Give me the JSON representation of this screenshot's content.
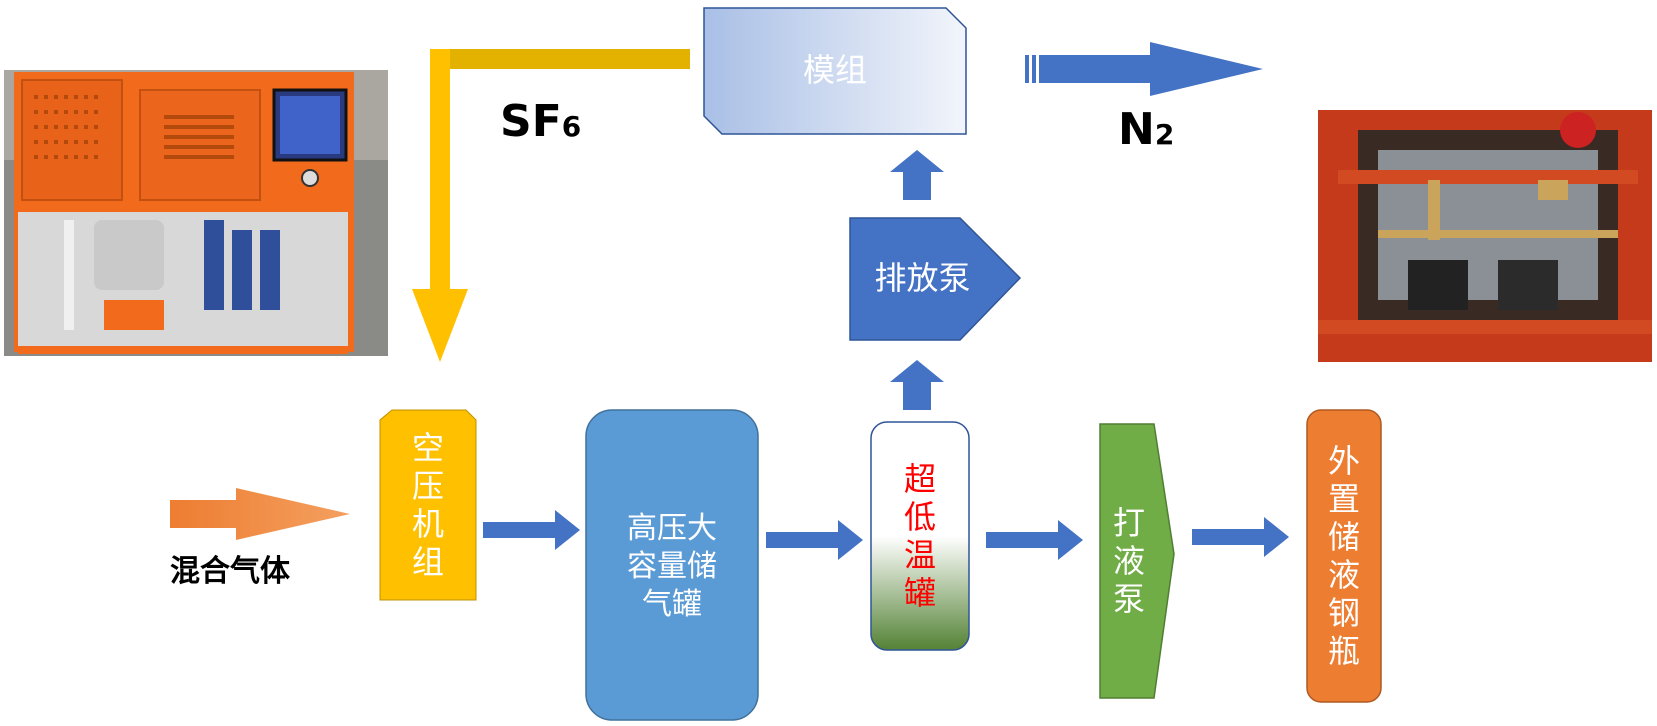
{
  "diagram": {
    "nodes": {
      "module": {
        "label": "模组"
      },
      "discharge_pump": {
        "label": "排放泵"
      },
      "compressor_unit": {
        "label": "空压机组"
      },
      "storage_tank": {
        "label": "高压大容量储气罐"
      },
      "cryogenic_tank": {
        "label": "超低温罐"
      },
      "liquid_pump": {
        "label": "打液泵"
      },
      "external_cylinder": {
        "label": "外置储液钢瓶"
      }
    },
    "flow_labels": {
      "sf6_main": "SF",
      "sf6_sub": "6",
      "n2_main": "N",
      "n2_sub": "2",
      "input": "混合气体"
    },
    "colors": {
      "yellow": "#FFC000",
      "yellow_dark": "#E0A500",
      "blue": "#4472C4",
      "orange": "#ED7D31",
      "green": "#70AD47",
      "storage_blue": "#5B9BD5",
      "module_light": "#DAE3F3",
      "red_text": "#FF0000",
      "dark_green": "#548235"
    },
    "photos": {
      "left": "orange-equipment-cabinet-photo",
      "right": "equipment-interior-piping-photo"
    }
  }
}
